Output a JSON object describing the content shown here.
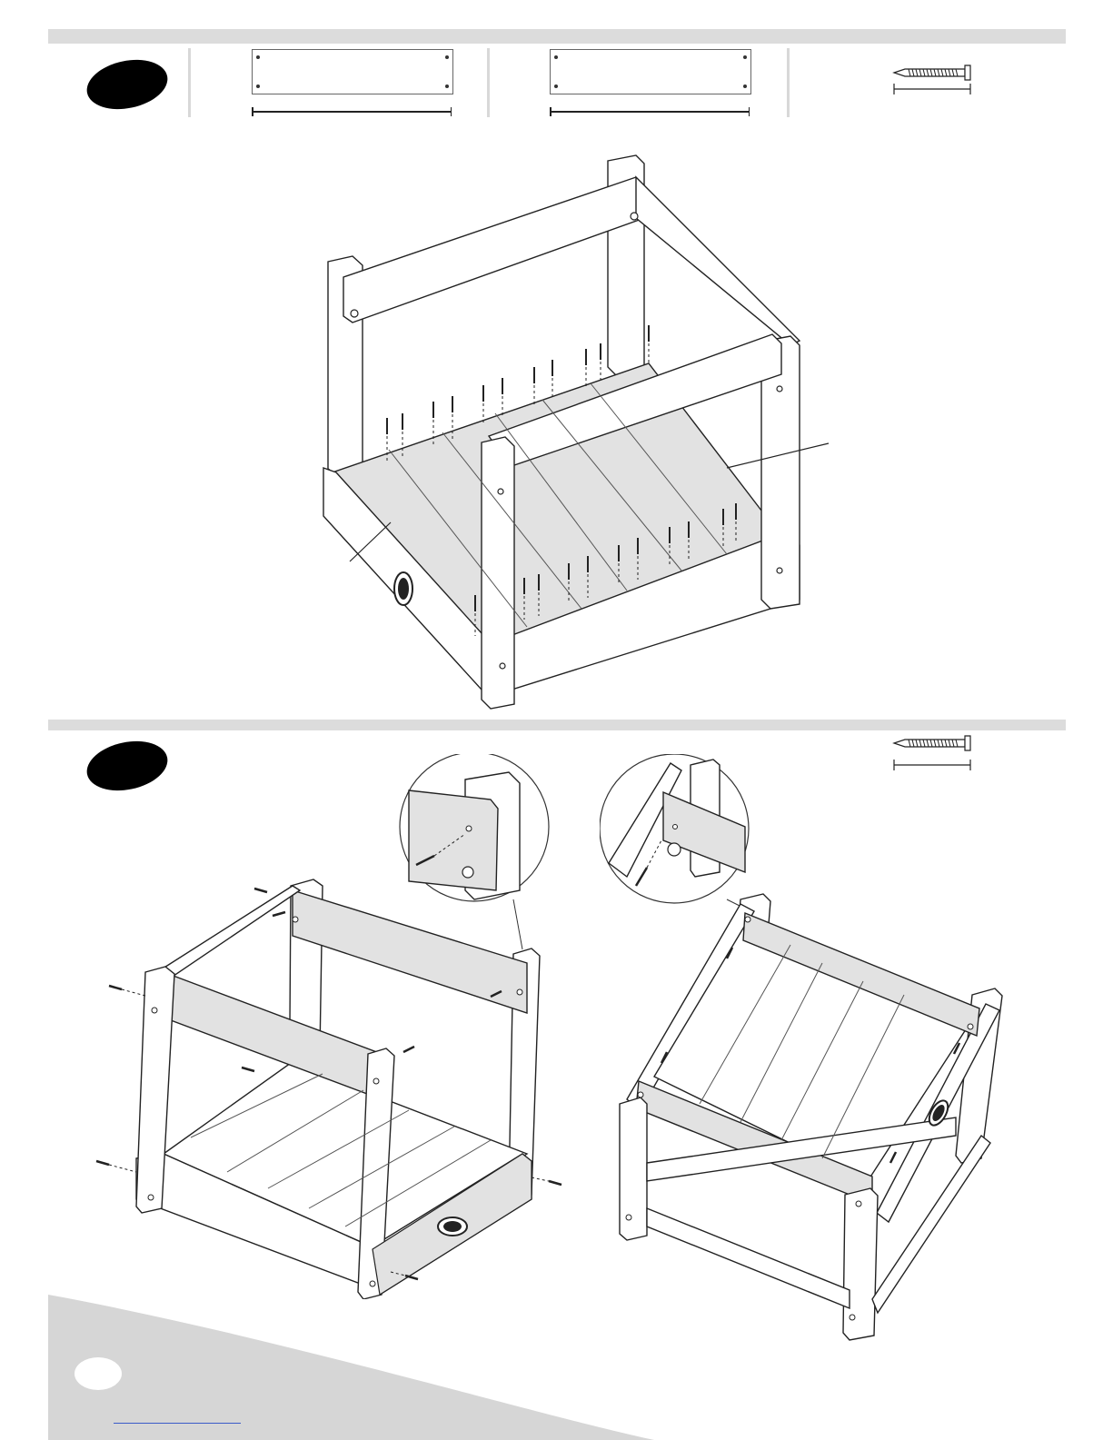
{
  "steps": [
    {
      "id": "step-a",
      "number": "",
      "parts": [
        {
          "name": "floor-board-a",
          "length_label": ""
        },
        {
          "name": "floor-board-b",
          "length_label": ""
        },
        {
          "name": "screw",
          "length_label": ""
        }
      ]
    },
    {
      "id": "step-b",
      "number": "",
      "parts": [
        {
          "name": "screw",
          "length_label": ""
        }
      ]
    }
  ],
  "footer": {
    "page_number": "",
    "link_text": ""
  },
  "colors": {
    "band": "#dcdcdc",
    "panel_fill": "#e2e2e2",
    "outline": "#222222",
    "badge": "#000000",
    "link": "#3a5bc8"
  },
  "icons": [
    "screw-icon",
    "board-icon",
    "logo-emblem-icon"
  ]
}
